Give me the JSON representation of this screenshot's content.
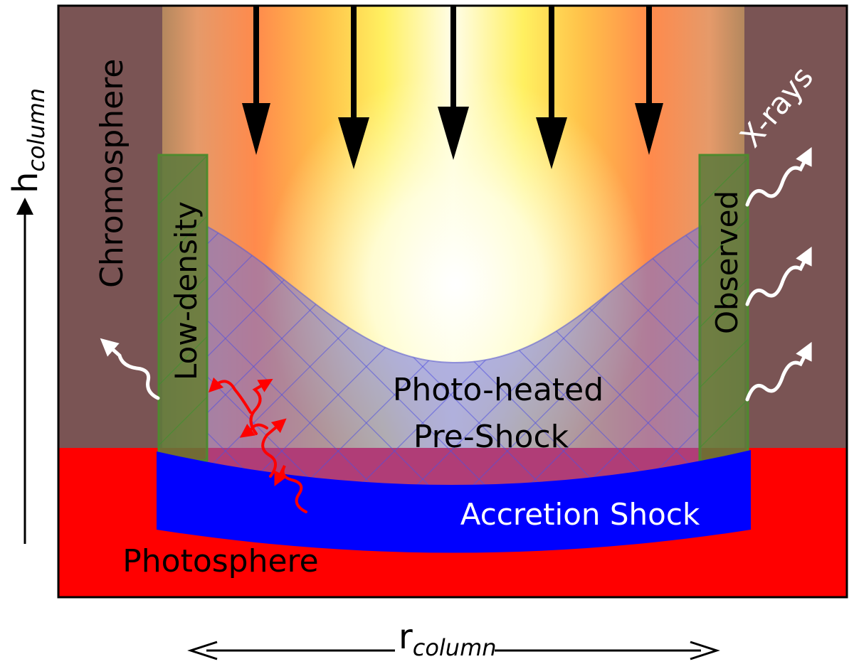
{
  "labels": {
    "chromosphere": "Chromosphere",
    "low_density": "Low-density",
    "observed": "Observed",
    "x_rays": "X-rays",
    "preshock_line1": "Photo-heated",
    "preshock_line2": "Pre-Shock",
    "accretion_shock": "Accretion Shock",
    "photosphere": "Photosphere"
  },
  "axes": {
    "vertical": {
      "symbol": "h",
      "subscript": "column"
    },
    "horizontal": {
      "symbol": "r",
      "subscript": "column"
    }
  },
  "colors": {
    "chromosphere": "#7a5454",
    "photosphere": "#ff0000",
    "accretion_shock": "#0000ff",
    "preshock": "#6f6fd9",
    "side_bands": "#5e7a3c",
    "infall_arrows": "#000000",
    "xray_arrows": "#ffffff",
    "photon_arrows": "#ff0000"
  }
}
